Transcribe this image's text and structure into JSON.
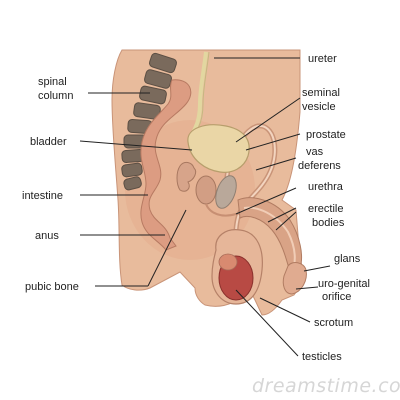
{
  "labels": {
    "spinal_column": [
      "spinal",
      "column"
    ],
    "bladder": "bladder",
    "intestine": "intestine",
    "anus": "anus",
    "pubic_bone": "pubic bone",
    "ureter": "ureter",
    "seminal_vesicle": [
      "seminal",
      "vesicle"
    ],
    "prostate": "prostate",
    "vas_deferens": [
      "vas",
      "deferens"
    ],
    "urethra": "urethra",
    "erectile_bodies": [
      "erectile",
      "bodies"
    ],
    "glans": "glans",
    "uro_genital_orifice": [
      "uro-genital",
      "orifice"
    ],
    "scrotum": "scrotum",
    "testicles": "testicles"
  },
  "watermark": "dreamstime.com",
  "colors": {
    "skin": "#e8bb9c",
    "skin_dark": "#d9a386",
    "vertebra": "#7a6a5c",
    "intestine": "#dc9c82",
    "bladder": "#ead6a6",
    "ureter": "#e2d7a0",
    "testicle": "#b84a44",
    "leader_line": "#222222"
  }
}
